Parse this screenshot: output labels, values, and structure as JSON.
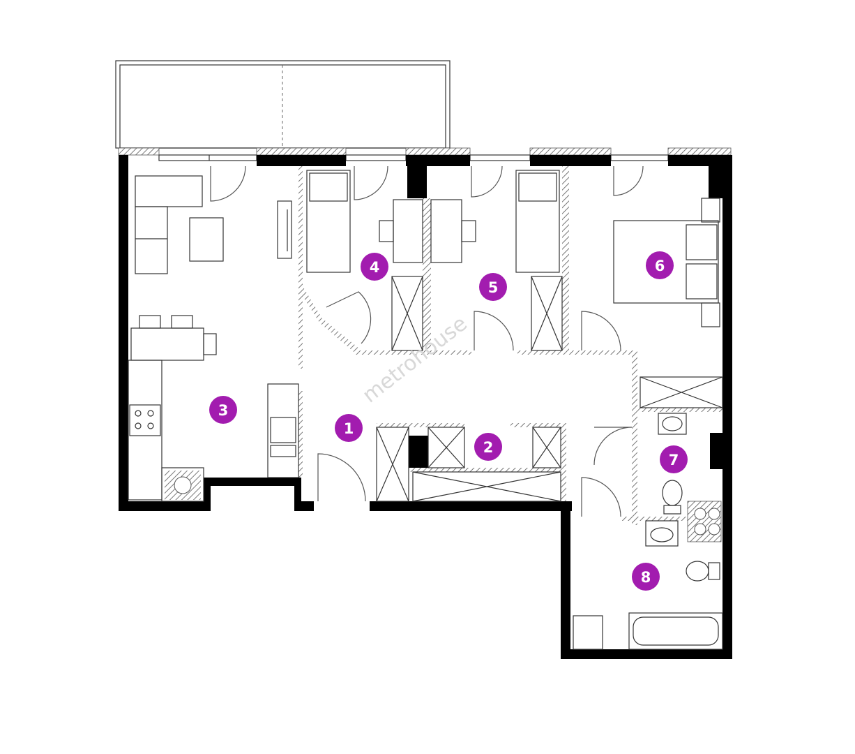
{
  "plan": {
    "watermark": "metrohouse",
    "accent_color": "#a21caf",
    "wall_color": "#000000",
    "rooms": [
      {
        "number": "1"
      },
      {
        "number": "2"
      },
      {
        "number": "3"
      },
      {
        "number": "4"
      },
      {
        "number": "5"
      },
      {
        "number": "6"
      },
      {
        "number": "7"
      },
      {
        "number": "8"
      }
    ]
  }
}
